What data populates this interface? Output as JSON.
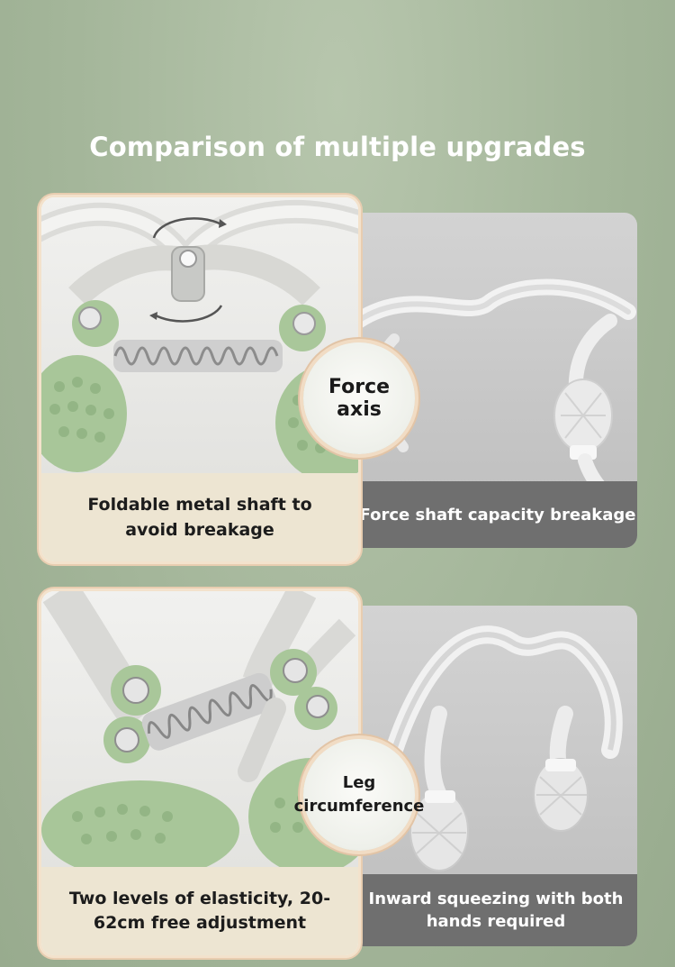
{
  "title": "Comparison of multiple upgrades",
  "section1": {
    "left_caption": "Foldable metal shaft to avoid breakage",
    "badge": "Force axis",
    "right_caption": "Force shaft capacity breakage"
  },
  "section2": {
    "left_caption": "Two levels of elasticity, 20-62cm free adjustment",
    "badge_line1": "Leg",
    "badge_line2": "circumference",
    "right_caption": "Inward squeezing with both hands required"
  },
  "colors": {
    "background": "#a4b69a",
    "cream": "#ede5d2",
    "gray_caption": "#6f6f6f",
    "accent_green": "#a9c79a"
  },
  "icons": [
    "rotate-arrows-icon"
  ]
}
